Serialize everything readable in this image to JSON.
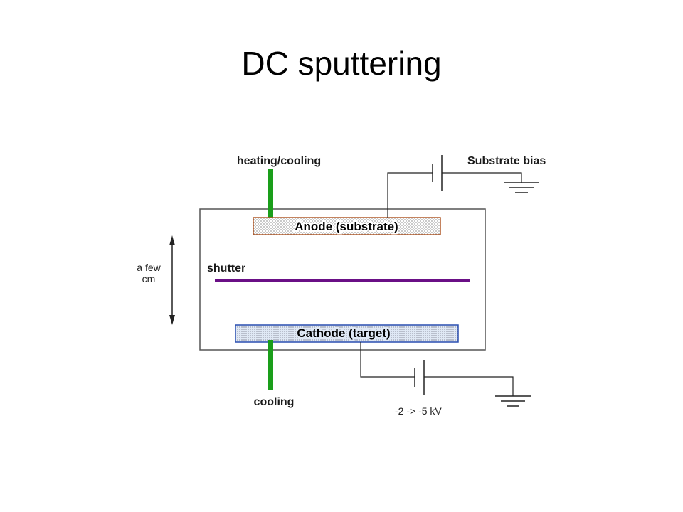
{
  "slide": {
    "title": "DC sputtering"
  },
  "diagram": {
    "labels": {
      "heating_cooling": "heating/cooling",
      "substrate_bias": "Substrate bias",
      "anode": "Anode (substrate)",
      "shutter": "shutter",
      "a_few": "a few",
      "cm": "cm",
      "cathode": "Cathode (target)",
      "cooling": "cooling",
      "voltage": "-2 -> -5 kV"
    },
    "colors": {
      "cooling_line": "#1a9e1a",
      "shutter": "#6a0f86",
      "anode_border": "#b05a2a",
      "cathode_border": "#2a4fb0",
      "chamber": "#555555",
      "wire": "#222222"
    }
  }
}
